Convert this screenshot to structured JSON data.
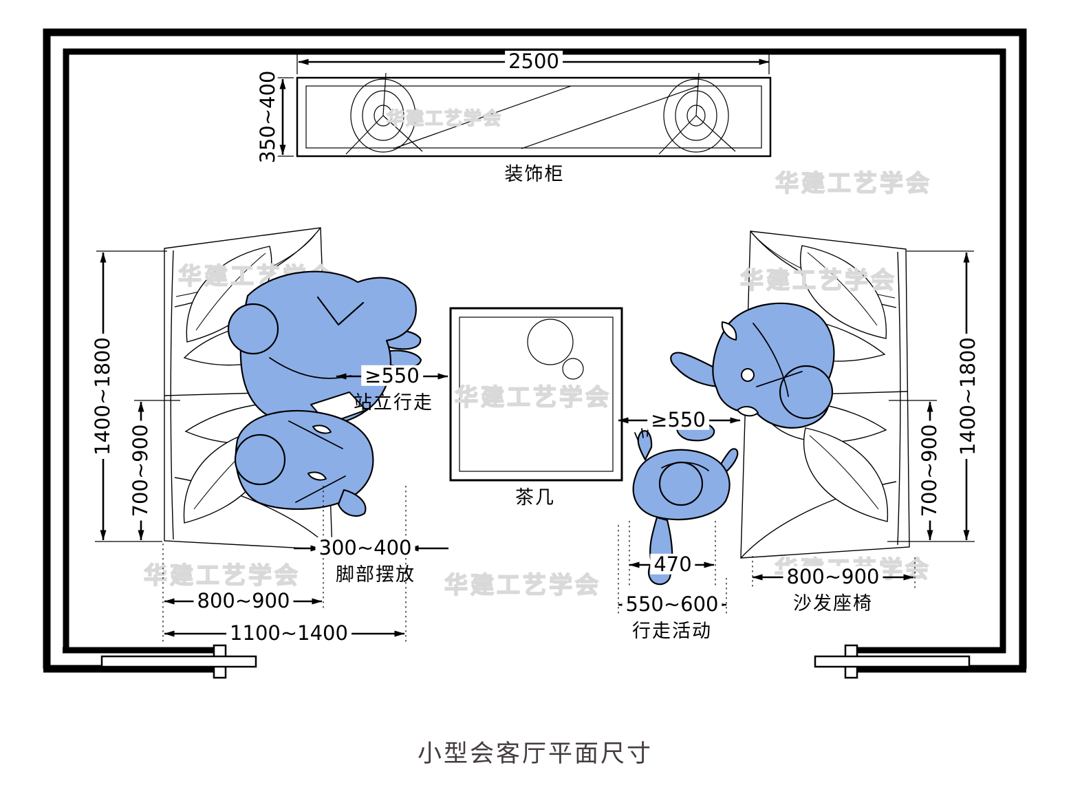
{
  "title": "小型会客厅平面尺寸",
  "watermark": "华建工艺学会",
  "colors": {
    "figure_blue": "#8CAEE7",
    "line_black": "#000000",
    "watermark_gray": "#D9D9D9",
    "title_gray": "#453C3D"
  },
  "furniture": {
    "cabinet_label": "装饰柜",
    "tea_table_label": "茶几"
  },
  "dimensions": {
    "cabinet_width": {
      "value": "2500"
    },
    "cabinet_depth": {
      "value": "350~400"
    },
    "standing_walk": {
      "value": "≥550",
      "label": "站立行走"
    },
    "tea_table_clearance": {
      "value": "≥550"
    },
    "left_sofa_length": {
      "value": "1400~1800"
    },
    "left_sofa_seat": {
      "value": "700~900"
    },
    "foot_placement": {
      "value": "300~400",
      "label": "脚部摆放"
    },
    "left_sofa_width": {
      "value": "800~900"
    },
    "left_sofa_zone": {
      "value": "1100~1400"
    },
    "body_width": {
      "value": "470"
    },
    "walking_activity": {
      "value": "550~600",
      "label": "行走活动"
    },
    "right_sofa_width": {
      "value": "800~900",
      "label": "沙发座椅"
    },
    "right_sofa_length": {
      "value": "1400~1800"
    },
    "right_sofa_seat": {
      "value": "700~900"
    }
  }
}
